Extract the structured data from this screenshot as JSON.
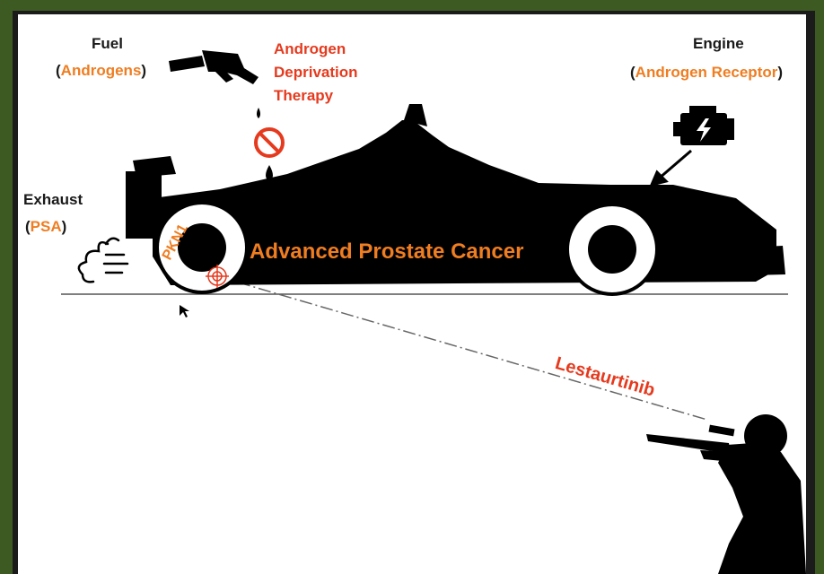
{
  "diagram": {
    "fuel": {
      "word": "Fuel",
      "detail": "Androgens"
    },
    "therapy": {
      "line1": "Androgen",
      "line2": "Deprivation",
      "line3": "Therapy"
    },
    "engine": {
      "word": "Engine",
      "detail": "Androgen Receptor"
    },
    "exhaust": {
      "word": "Exhaust",
      "detail": "PSA"
    },
    "car_label": "Advanced Prostate Cancer",
    "tire_label": "PKN1",
    "drug_label": "Lestaurtinib"
  },
  "colors": {
    "accent_orange": "#ef7d21",
    "accent_red": "#e53a1e",
    "silhouette": "#000000",
    "border_green": "#3c5a22"
  }
}
